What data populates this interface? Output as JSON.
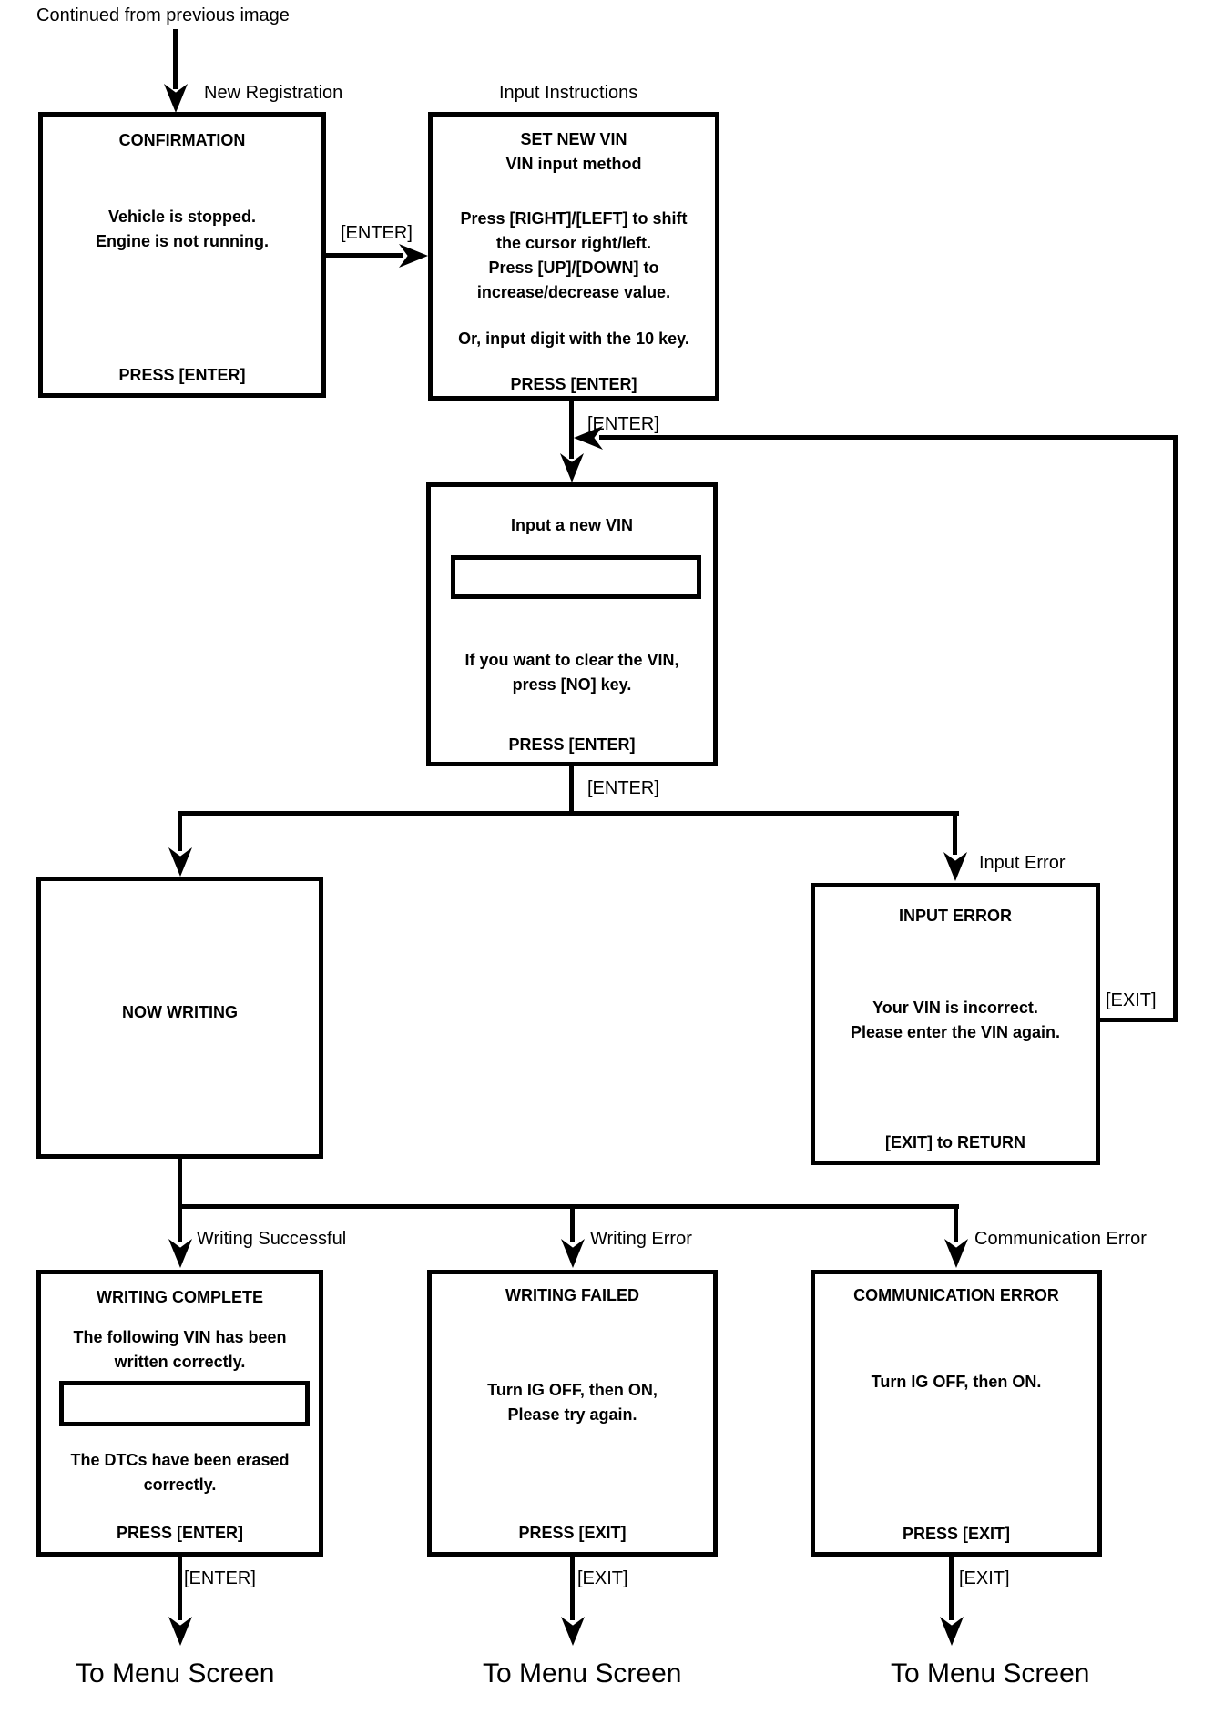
{
  "diagram": {
    "continued_label": "Continued from previous image",
    "key_labels": {
      "enter": "[ENTER]",
      "exit": "[EXIT]"
    },
    "branch_labels": {
      "new_registration": "New Registration",
      "input_instructions": "Input Instructions",
      "input_error": "Input Error",
      "writing_successful": "Writing Successful",
      "writing_error": "Writing Error",
      "communication_error": "Communication Error"
    },
    "boxes": {
      "confirmation": {
        "title": "CONFIRMATION",
        "line1": "Vehicle is stopped.",
        "line2": "Engine is not running.",
        "footer": "PRESS [ENTER]"
      },
      "input_instructions": {
        "title1": "SET NEW VIN",
        "title2": "VIN input method",
        "line1": "Press [RIGHT]/[LEFT] to shift",
        "line2": "the cursor right/left.",
        "line3": "Press [UP]/[DOWN] to",
        "line4": "increase/decrease value.",
        "line5": "Or, input digit with the 10 key.",
        "footer": "PRESS [ENTER]"
      },
      "input_new_vin": {
        "title": "Input a new VIN",
        "vin_field_value": "",
        "line1": "If you want to clear the VIN,",
        "line2": "press [NO] key.",
        "footer": "PRESS [ENTER]"
      },
      "now_writing": {
        "title": "NOW WRITING"
      },
      "input_error": {
        "title": "INPUT ERROR",
        "line1": "Your VIN is incorrect.",
        "line2": "Please enter the VIN again.",
        "footer": "[EXIT] to RETURN"
      },
      "writing_complete": {
        "title": "WRITING COMPLETE",
        "line1": "The following VIN has been",
        "line2": "written correctly.",
        "vin_field_value": "",
        "line3": "The DTCs have been erased",
        "line4": "correctly.",
        "footer": "PRESS [ENTER]"
      },
      "writing_failed": {
        "title": "WRITING FAILED",
        "line1": "Turn IG OFF, then ON,",
        "line2": "Please try again.",
        "footer": "PRESS [EXIT]"
      },
      "communication_error": {
        "title": "COMMUNICATION ERROR",
        "line1": "Turn IG OFF, then ON.",
        "footer": "PRESS [EXIT]"
      }
    },
    "exit_label": "To Menu Screen",
    "colors": {
      "line": "#000000",
      "background": "#ffffff"
    }
  }
}
